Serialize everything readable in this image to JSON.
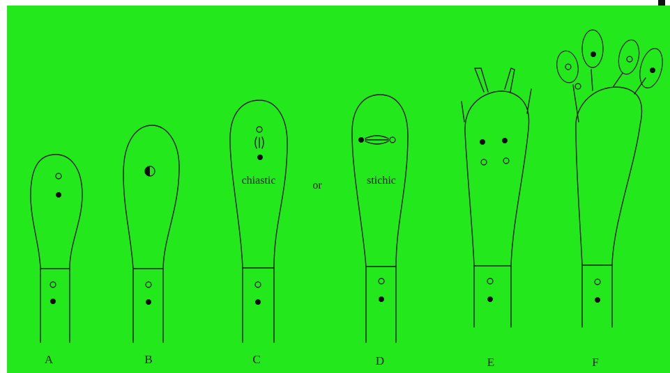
{
  "colors": {
    "background": "#22e81c",
    "ink": "#1a1a1a"
  },
  "stages": [
    {
      "label": "A"
    },
    {
      "label": "B"
    },
    {
      "label": "C"
    },
    {
      "label": "D"
    },
    {
      "label": "E"
    },
    {
      "label": "F"
    }
  ],
  "annotations": {
    "chiastic": "chiastic",
    "or": "or",
    "stichic": "stichic"
  }
}
